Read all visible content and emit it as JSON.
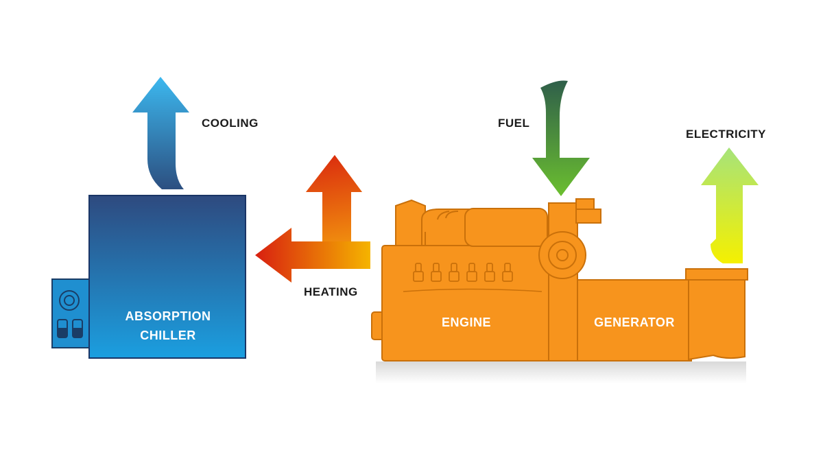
{
  "labels": {
    "cooling": "COOLING",
    "heating": "HEATING",
    "fuel": "FUEL",
    "electricity": "ELECTRICITY",
    "chiller_line1": "ABSORPTION",
    "chiller_line2": "CHILLER",
    "engine": "ENGINE",
    "generator": "GENERATOR"
  },
  "colors": {
    "engine_orange": "#f7941d",
    "engine_outline": "#c9700a",
    "chiller_top": "#2e4a7f",
    "chiller_bottom": "#1b9fe0",
    "cooling_arrow_top": "#3cb8ef",
    "cooling_arrow_bottom": "#2c4f80",
    "heating_red": "#d81f10",
    "heating_yellow": "#f5b400",
    "fuel_top": "#2f5f4a",
    "fuel_bottom": "#6bbf2f",
    "electricity_top": "#a6e37a",
    "electricity_bottom": "#f5f000"
  }
}
